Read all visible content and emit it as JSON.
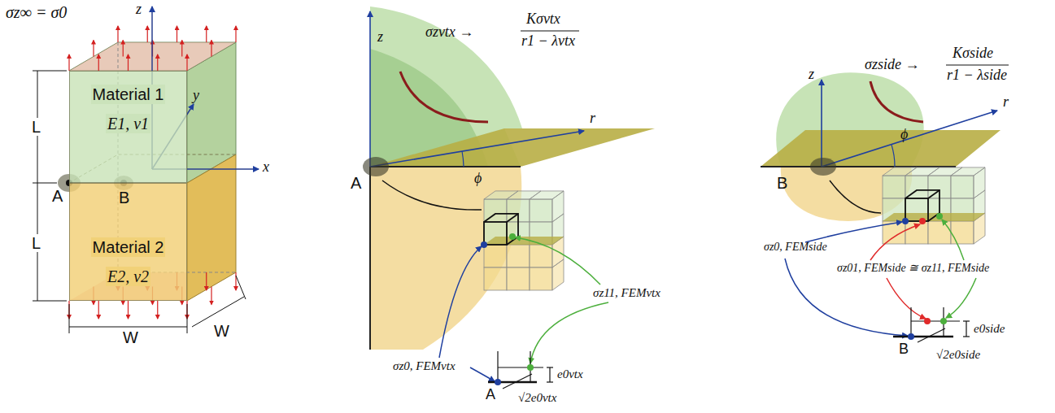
{
  "diagram": {
    "nodes": [
      {
        "text": [
          "Material 1",
          "E1, ν1"
        ]
      },
      {
        "text": [
          "Material 2",
          "E2, ν2"
        ]
      }
    ],
    "labels": [
      "σz∞ = σ0",
      "z",
      "y",
      "x",
      "L",
      "L",
      "A",
      "B",
      "W",
      "W",
      "z",
      "σzvtx →",
      "Kσvtx",
      "r1 − λvtx",
      "r",
      "A",
      "ϕ",
      "σz0, FEMvtx",
      "σz11, FEMvtx",
      "e0vtx",
      "A",
      "√2e0vtx",
      "z",
      "σzside →",
      "Kσside",
      "r1 − λside",
      "r",
      "ϕ",
      "B",
      "σz0, FEMside",
      "σz01, FEMside ≅ σz11, FEMside",
      "e0side",
      "B",
      "√2e0side"
    ]
  }
}
